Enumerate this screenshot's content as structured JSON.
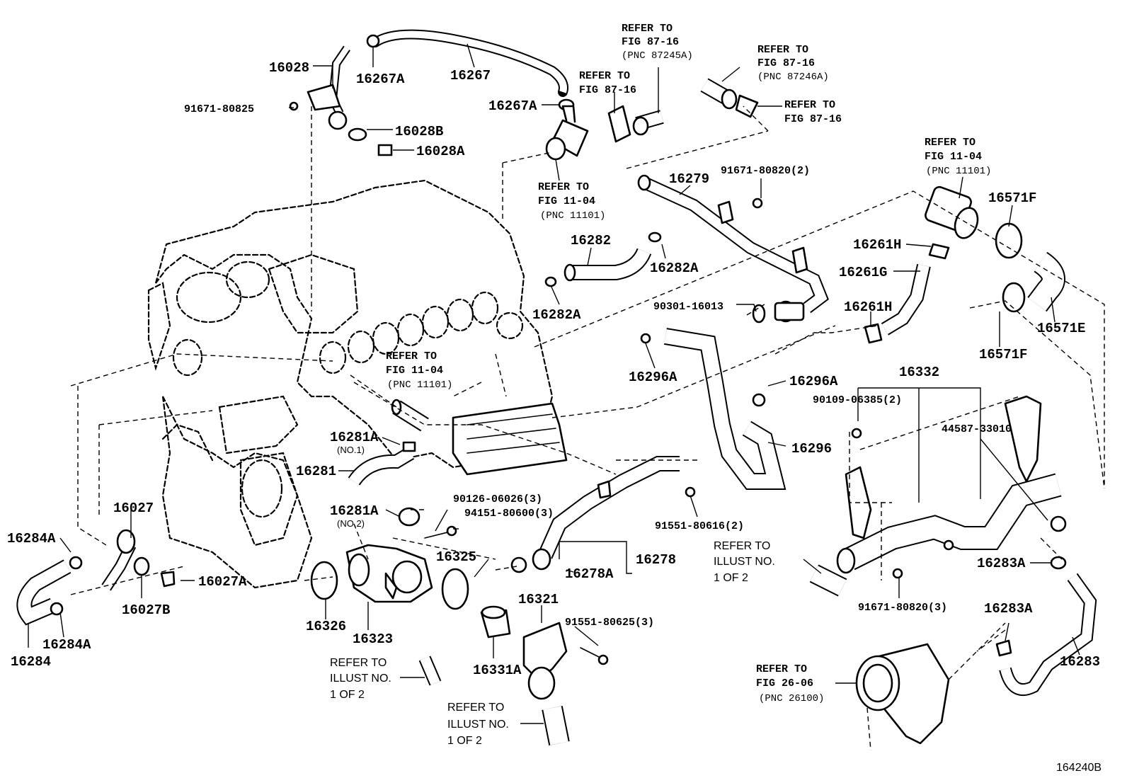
{
  "figure_id": "164240B",
  "parts": {
    "p16028": "16028",
    "p16267A_top": "16267A",
    "p16267": "16267",
    "p16267A_mid": "16267A",
    "p91671_80825": "91671-80825",
    "p16028B": "16028B",
    "p16028A": "16028A",
    "p16279": "16279",
    "p91671_80820_2": "91671-80820(2)",
    "p16282": "16282",
    "p16282A_right": "16282A",
    "p16282A_left": "16282A",
    "p90301_16013": "90301-16013",
    "p16296A_left": "16296A",
    "p16296A_right": "16296A",
    "p16296": "16296",
    "p16571F_top": "16571F",
    "p16261H_top": "16261H",
    "p16261G": "16261G",
    "p16261H_low": "16261H",
    "p16571E": "16571E",
    "p16571F_low": "16571F",
    "p16332": "16332",
    "p90109_06385": "90109-06385(2)",
    "p44587_33010": "44587-33010",
    "p16281A_no1": "16281A",
    "p16281": "16281",
    "p16281A_no2": "16281A",
    "p90126_06026": "90126-06026(3)",
    "p94151_80600": "94151-80600(3)",
    "p91551_80616": "91551-80616(2)",
    "p16278": "16278",
    "p16278A": "16278A",
    "p16325": "16325",
    "p16027": "16027",
    "p16284A_top": "16284A",
    "p16027A": "16027A",
    "p16027B": "16027B",
    "p16284A_low": "16284A",
    "p16284": "16284",
    "p16326": "16326",
    "p16323": "16323",
    "p16321": "16321",
    "p91551_80625": "91551-80625(3)",
    "p16331A": "16331A",
    "p16283A_top": "16283A",
    "p16283A_low": "16283A",
    "p16283": "16283",
    "p91671_80820_3": "91671-80820(3)"
  },
  "notes": {
    "no1": "(NO.1)",
    "no2": "(NO.2)"
  },
  "refs": {
    "r1": [
      "REFER TO",
      "FIG 87-16",
      "(PNC 87245A)"
    ],
    "r2": [
      "REFER TO",
      "FIG 87-16",
      "(PNC 87246A)"
    ],
    "r3": [
      "REFER TO",
      "FIG 87-16"
    ],
    "r4": [
      "REFER TO",
      "FIG 87-16"
    ],
    "r5": [
      "REFER TO",
      "FIG 11-04",
      "(PNC 11101)"
    ],
    "r6": [
      "REFER TO",
      "FIG 11-04",
      "(PNC 11101)"
    ],
    "r7": [
      "REFER TO",
      "FIG 11-04",
      "(PNC 11101)"
    ],
    "r8": [
      "REFER TO",
      "FIG 26-06",
      "(PNC 26100)"
    ]
  },
  "illust_refs": {
    "i1": [
      "REFER TO",
      "ILLUST NO.",
      "1 OF 2"
    ],
    "i2": [
      "REFER TO",
      "ILLUST NO.",
      "1 OF 2"
    ],
    "i3": [
      "REFER TO",
      "ILLUST NO.",
      "1 OF 2"
    ]
  }
}
